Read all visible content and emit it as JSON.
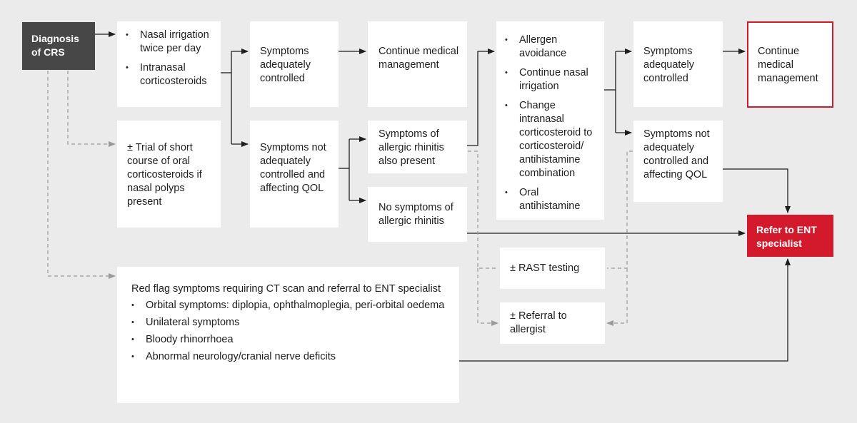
{
  "diagnosis": "Diagnosis of CRS",
  "initial_treatment": [
    "Nasal irrigation twice per day",
    "Intranasal corticosteroids"
  ],
  "oral_steroid_trial": "± Trial of short course of oral corticosteroids if nasal polyps present",
  "controlled_1": "Symptoms adequately controlled",
  "continue_1": "Continue medical management",
  "not_controlled_1": "Symptoms not adequately controlled and affecting QOL",
  "ar_present": "Symptoms of allergic rhinitis also present",
  "no_ar": "No symptoms of allergic rhinitis",
  "ar_treatment": [
    "Allergen avoidance",
    "Continue nasal irrigation",
    "Change intranasal corticosteroid to corticosteroid/ antihistamine combination",
    "Oral antihistamine"
  ],
  "controlled_2": "Symptoms adequately controlled",
  "continue_2": "Continue medical management",
  "not_controlled_2": "Symptoms not adequately controlled and affecting QOL",
  "ent_referral": "Refer to ENT specialist",
  "rast": "± RAST testing",
  "allergist": "± Referral to allergist",
  "red_flags": {
    "heading": "Red flag symptoms requiring CT scan and referral to ENT specialist",
    "items": [
      "Orbital symptoms: diplopia, ophthalmoplegia, peri-orbital oedema",
      "Unilateral symptoms",
      "Bloody rhinorrhoea",
      "Abnormal neurology/cranial nerve deficits"
    ]
  },
  "colors": {
    "background": "#ebebeb",
    "box": "#ffffff",
    "diagnosis_box": "#474747",
    "accent_red": "#d3192c",
    "line": "#1e1e1e",
    "dashed_line": "#9a9a9a"
  }
}
